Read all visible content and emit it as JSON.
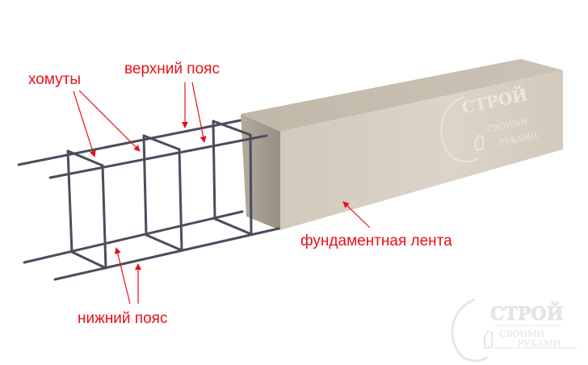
{
  "labels": {
    "stirrups": "хомуты",
    "top_belt": "верхний пояс",
    "bottom_belt": "нижний пояс",
    "foundation_strip": "фундаментная лента"
  },
  "watermark": {
    "title": "СТРОЙ",
    "line1": "СВОИМИ",
    "line2": "РУКАМИ"
  },
  "colors": {
    "annotation": "#e8101a",
    "rebar": "#4a4d5c",
    "concrete_front": "#d6cdc1",
    "concrete_side": "#a39a8e",
    "concrete_top": "#c4baad"
  }
}
